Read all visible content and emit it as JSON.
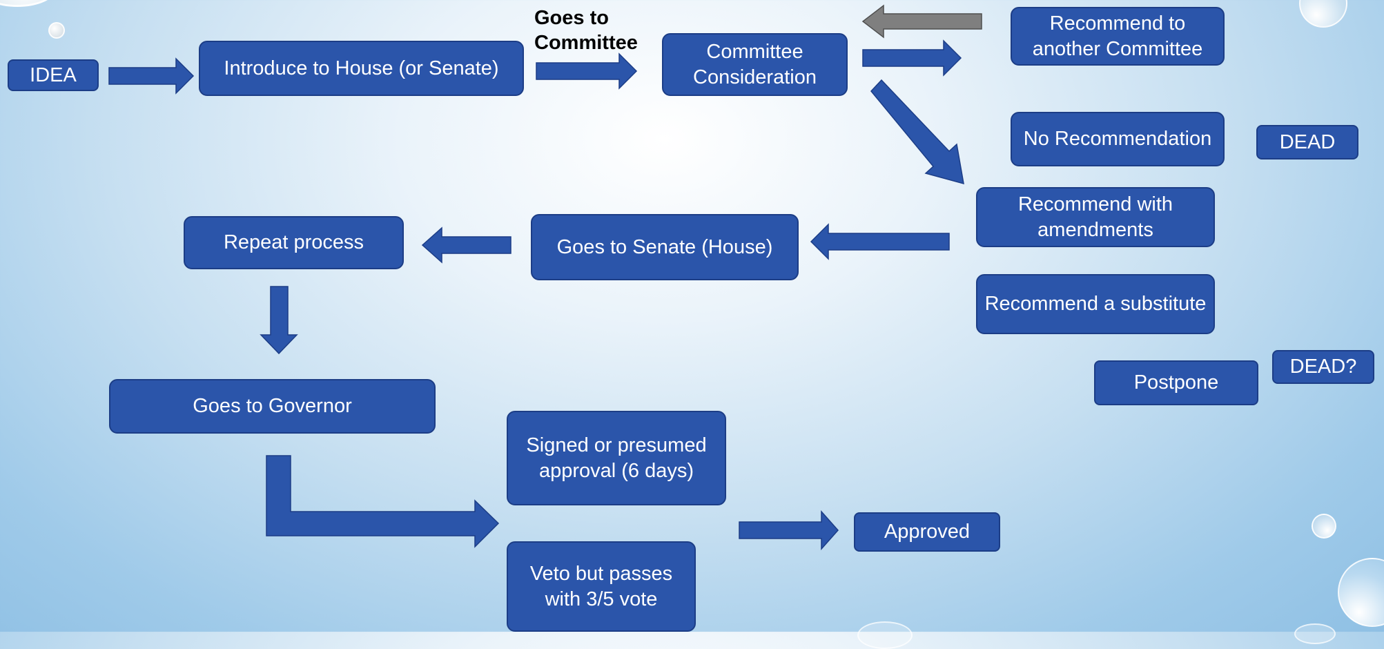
{
  "diagram": {
    "title": "",
    "nodes": {
      "idea": "IDEA",
      "introduce": "Introduce to House (or Senate)",
      "committee": "Committee Consideration",
      "recommend_another": "Recommend to another Committee",
      "no_recommendation": "No Recommendation",
      "dead": "DEAD",
      "recommend_amendments": "Recommend with amendments",
      "recommend_substitute": "Recommend a substitute",
      "postpone": "Postpone",
      "dead_question": "DEAD?",
      "goes_senate": "Goes to Senate (House)",
      "repeat": "Repeat process",
      "governor": "Goes to Governor",
      "signed": "Signed or presumed approval (6 days)",
      "veto": "Veto but passes with 3/5 vote",
      "approved": "Approved"
    },
    "edge_labels": {
      "goes_to_committee": "Goes to Committee"
    },
    "edges": [
      {
        "from": "idea",
        "to": "introduce"
      },
      {
        "from": "introduce",
        "to": "committee",
        "label": "goes_to_committee"
      },
      {
        "from": "recommend_another",
        "to": "committee"
      },
      {
        "from": "committee",
        "to": "recommend_another"
      },
      {
        "from": "committee",
        "to": "recommend_amendments"
      },
      {
        "from": "recommend_amendments",
        "to": "goes_senate"
      },
      {
        "from": "goes_senate",
        "to": "repeat"
      },
      {
        "from": "repeat",
        "to": "governor"
      },
      {
        "from": "governor",
        "to": "signed"
      },
      {
        "from": "signed",
        "to": "approved"
      }
    ]
  },
  "colors": {
    "node_fill": "#2b55aa",
    "node_border": "#1c3d86",
    "arrow_fill": "#2b55aa",
    "return_arrow_fill": "#7f7f7f",
    "label_text": "#000000"
  }
}
